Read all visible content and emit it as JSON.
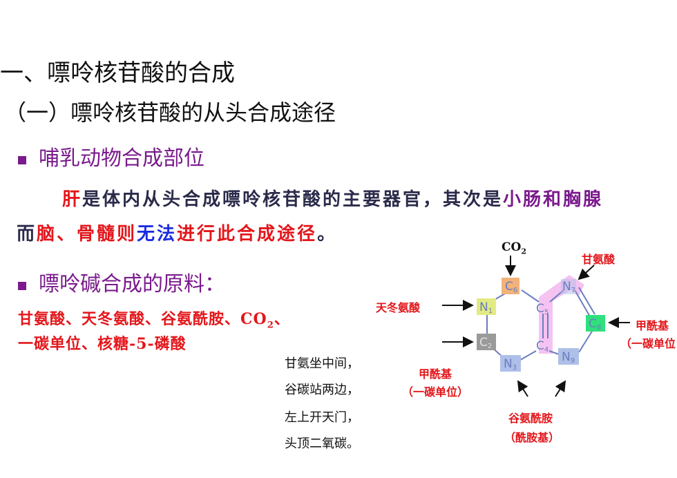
{
  "title": "一、嘌呤核苷酸的合成",
  "subtitle": "（一）嘌呤核苷酸的从头合成途径",
  "section1": {
    "heading": "哺乳动物合成部位",
    "line1": [
      {
        "text": "肝",
        "color": "red"
      },
      {
        "text": "是体内从头合成嘌呤核苷酸的主要器官，其次是",
        "color": "dark"
      },
      {
        "text": "小肠和胸腺",
        "color": "purple"
      }
    ],
    "line2": [
      {
        "text": "而",
        "color": "dark"
      },
      {
        "text": "脑、骨髓则",
        "color": "red"
      },
      {
        "text": "无法",
        "color": "blue"
      },
      {
        "text": "进行此合成途径",
        "color": "red"
      },
      {
        "text": "。",
        "color": "dark"
      }
    ]
  },
  "section2": {
    "heading": "嘌呤碱合成的原料：",
    "materials_line1_prefix": "甘氨酸、天冬氨酸、谷氨酰胺、CO",
    "materials_line1_sub": "2",
    "materials_line1_suffix": "、",
    "materials_line2": "一碳单位、核糖-5-磷酸"
  },
  "mnemonic": [
    "甘氨坐中间，",
    "谷碳站两边，",
    "左上开天门，",
    "头顶二氧碳。"
  ],
  "diagram": {
    "co2_main": "CO",
    "co2_sub": "2",
    "glycine": "甘氨酸",
    "aspartate": "天冬氨酸",
    "formyl_right_1": "甲酰基",
    "formyl_right_2": "（一碳单位",
    "formyl_bottom_1": "甲酰基",
    "formyl_bottom_2": "（一碳单位）",
    "glutamine_1": "谷氨酰胺",
    "glutamine_2": "（酰胺基）",
    "atoms": [
      {
        "id": "C6",
        "el": "C",
        "num": "6",
        "color": "#f2b27a"
      },
      {
        "id": "N7",
        "el": "N",
        "num": "7",
        "color": "#aebfe8"
      },
      {
        "id": "N1",
        "el": "N",
        "num": "1",
        "color": "#e3ea82"
      },
      {
        "id": "C5",
        "el": "C",
        "num": "5",
        "color": "none"
      },
      {
        "id": "C8",
        "el": "C",
        "num": "8",
        "color": "#2fe07c"
      },
      {
        "id": "C2",
        "el": "C",
        "num": "2",
        "color": "#9a9a9a"
      },
      {
        "id": "C4",
        "el": "C",
        "num": "4",
        "color": "none"
      },
      {
        "id": "N9",
        "el": "N",
        "num": "9",
        "color": "#aebfe8"
      },
      {
        "id": "N3",
        "el": "N",
        "num": "3",
        "color": "#aebfe8"
      }
    ],
    "highlight_color": "#f4bdf0"
  }
}
